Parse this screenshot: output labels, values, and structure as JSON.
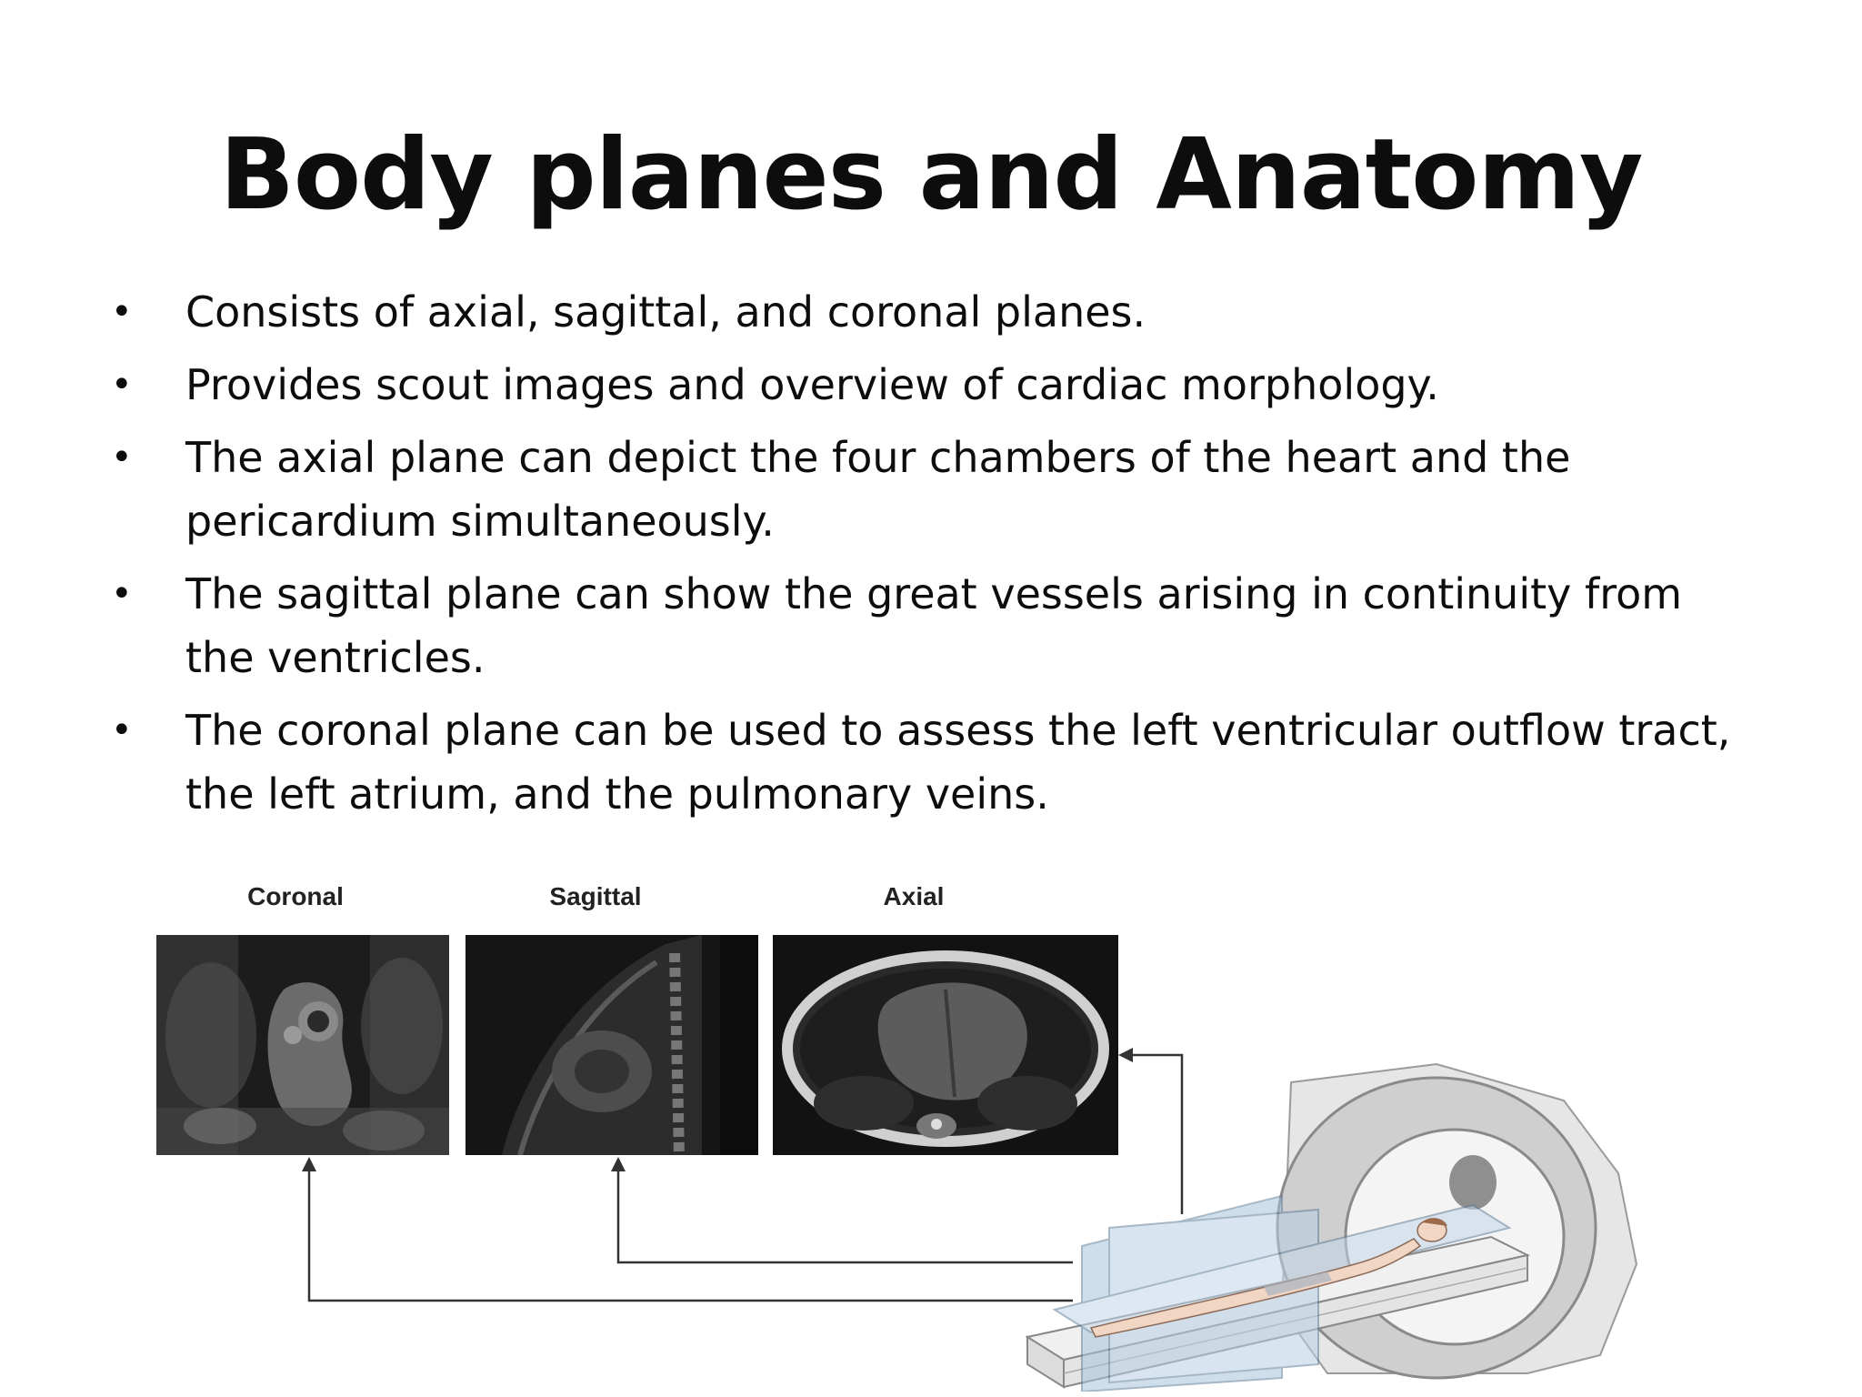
{
  "slide": {
    "title": "Body planes and Anatomy",
    "bullets": [
      "Consists of axial, sagittal, and coronal planes.",
      "Provides scout images and overview of cardiac morphology.",
      "The axial plane can depict the four chambers of the heart and the pericardium simultaneously.",
      "The sagittal plane can show the great vessels arising in continuity from the ventricles.",
      "The coronal plane can be used to assess the left ventricular outflow tract, the left atrium, and the pulmonary veins."
    ],
    "bullet_glyph": "•"
  },
  "figure": {
    "labels": {
      "coronal": "Coronal",
      "sagittal": "Sagittal",
      "axial": "Axial"
    },
    "colors": {
      "scan_background": "#1a1a1a",
      "tissue": "#6b6b6b",
      "arrow": "#333333",
      "plane_tint": "#a9c4dc",
      "scanner": "#d8d8d8"
    }
  }
}
